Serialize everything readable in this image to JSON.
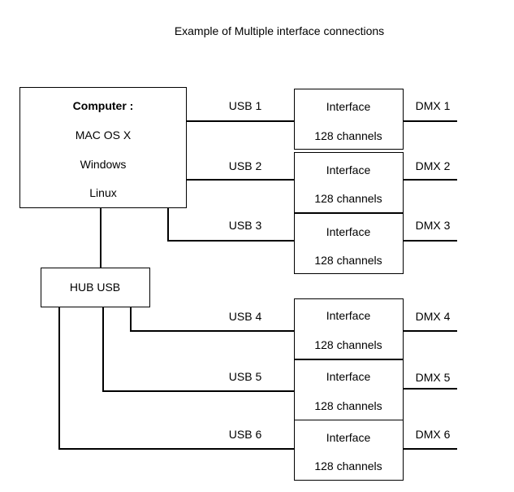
{
  "title": "Example of Multiple interface connections",
  "computer": {
    "heading": "Computer :",
    "os": [
      "MAC OS X",
      "Windows",
      "Linux"
    ]
  },
  "hub": {
    "label": "HUB USB"
  },
  "interfaces": [
    {
      "usb": "USB 1",
      "name": "Interface",
      "channels": "128 channels",
      "dmx": "DMX 1"
    },
    {
      "usb": "USB 2",
      "name": "Interface",
      "channels": "128 channels",
      "dmx": "DMX 2"
    },
    {
      "usb": "USB 3",
      "name": "Interface",
      "channels": "128 channels",
      "dmx": "DMX 3"
    },
    {
      "usb": "USB 4",
      "name": "Interface",
      "channels": "128 channels",
      "dmx": "DMX 4"
    },
    {
      "usb": "USB 5",
      "name": "Interface",
      "channels": "128 channels",
      "dmx": "DMX 5"
    },
    {
      "usb": "USB 6",
      "name": "Interface",
      "channels": "128 channels",
      "dmx": "DMX 6"
    }
  ]
}
